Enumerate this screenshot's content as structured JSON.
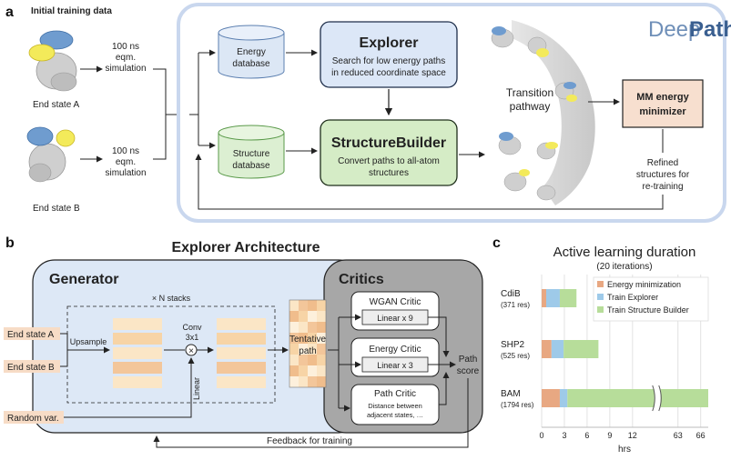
{
  "panels": {
    "a": "a",
    "b": "b",
    "c": "c"
  },
  "a": {
    "initial_title": "Initial training data",
    "state_a": "End state A",
    "state_b": "End state B",
    "sim_line1": "100 ns",
    "sim_line2": "eqm.",
    "sim_line3": "simulation",
    "logo_deep": "Deep",
    "logo_path": "Path",
    "energy_db_1": "Energy",
    "energy_db_2": "database",
    "structure_db_1": "Structure",
    "structure_db_2": "database",
    "explorer_title": "Explorer",
    "explorer_desc_1": "Search for low energy paths",
    "explorer_desc_2": "in reduced coordinate space",
    "sb_title": "StructureBuilder",
    "sb_desc_1": "Convert paths to all-atom",
    "sb_desc_2": "structures",
    "transition_1": "Transition",
    "transition_2": "pathway",
    "mm_1": "MM energy",
    "mm_2": "minimizer",
    "refined_1": "Refined",
    "refined_2": "structures for",
    "refined_3": "re-training"
  },
  "b": {
    "title": "Explorer Architecture",
    "generator": "Generator",
    "stacks": "× N stacks",
    "conv_1": "Conv",
    "conv_2": "3x1",
    "upsample": "Upsample",
    "linear": "Linear",
    "mult": "×",
    "state_a": "End state A",
    "state_b": "End state B",
    "random": "Random var.",
    "tentative_1": "Tentative",
    "tentative_2": "path",
    "critics": "Critics",
    "wgan": "WGAN Critic",
    "wgan_lin": "Linear x 9",
    "energy_critic": "Energy Critic",
    "energy_lin": "Linear x 3",
    "path_critic": "Path Critic",
    "path_desc_1": "Distance between",
    "path_desc_2": "adjacent states, …",
    "score_1": "Path",
    "score_2": "score",
    "feedback": "Feedback for training"
  },
  "chart_data": {
    "type": "bar",
    "orientation": "horizontal",
    "stacked": true,
    "title": "Active learning duration",
    "subtitle": "(20 iterations)",
    "xlabel": "hrs",
    "categories": [
      "CdiB",
      "SHP2",
      "BAM"
    ],
    "category_sublabels": [
      "(371 res)",
      "(525 res)",
      "(1794 res)"
    ],
    "axis_break": {
      "from": 15,
      "to": 60
    },
    "x_ticks": [
      0,
      3,
      6,
      9,
      12,
      63,
      66
    ],
    "xlim": [
      0,
      67
    ],
    "series": [
      {
        "name": "Energy minimization",
        "color": "#e8a882",
        "values": [
          0.6,
          1.3,
          2.4
        ]
      },
      {
        "name": "Train Explorer",
        "color": "#9ecae9",
        "values": [
          1.8,
          1.6,
          1.0
        ]
      },
      {
        "name": "Train Structure Builder",
        "color": "#b7dd9a",
        "values": [
          2.2,
          4.6,
          63.6
        ]
      }
    ],
    "grid": "vertical",
    "legend": "top-right"
  },
  "colors": {
    "panel_a_border": "#c9d7ee",
    "explorer_fill": "#dce7f7",
    "sb_fill": "#d5ecc6",
    "mm_fill": "#f7dfcf",
    "generator_fill": "#dde8f6",
    "critics_fill": "#a7a7a7",
    "db_energy": "#dce7f5",
    "db_structure": "#dcefd2"
  }
}
